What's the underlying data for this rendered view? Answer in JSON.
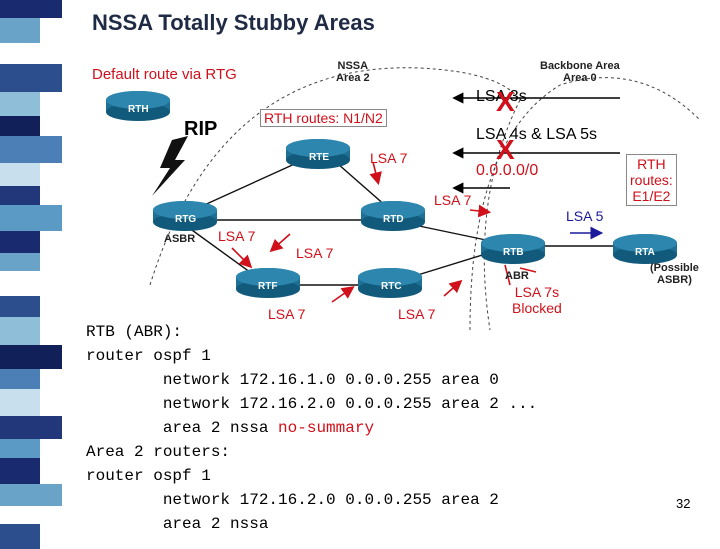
{
  "title": "NSSA Totally Stubby Areas",
  "diagram": {
    "default_route_label": "Default route via RTG",
    "nssa_area_label": "NSSA\nArea 2",
    "backbone_area_label": "Backbone Area\nArea 0",
    "rth_routes_n": "RTH routes: N1/N2",
    "rip_label": "RIP",
    "lsa3": "LSA 3s",
    "lsa45": "LSA 4s & LSA 5s",
    "default_route": "0.0.0.0/0",
    "lsa7_rte": "LSA 7",
    "lsa7_rtd": "LSA 7",
    "lsa7_rtg": "LSA 7",
    "lsa7_mid": "LSA 7",
    "lsa7_rtf": "LSA 7",
    "lsa7_rtc": "LSA 7",
    "lsa5": "LSA 5",
    "lsa7_blocked": "LSA 7s\nBlocked",
    "rth_routes_e": "RTH\nroutes:\nE1/E2",
    "block_mark": "X",
    "asbr_label": "ASBR",
    "abr_label": "ABR",
    "possible_asbr_label": "(Possible\nASBR)",
    "routers": {
      "rth": "RTH",
      "rte": "RTE",
      "rtg": "RTG",
      "rtd": "RTD",
      "rtb": "RTB",
      "rta": "RTA",
      "rtf": "RTF",
      "rtc": "RTC"
    },
    "colors": {
      "router": "#1d6f93",
      "lsa7_arrow": "#d0101a",
      "lsa5_arrow": "#1a1a9a",
      "block": "#d0101a"
    }
  },
  "config": {
    "line1": "RTB (ABR):",
    "line2": "router ospf 1",
    "line3": "        network 172.16.1.0 0.0.0.255 area 0",
    "line4": "        network 172.16.2.0 0.0.0.255 area 2 ...",
    "line5_prefix": "        area 2 nssa ",
    "line5_keyword": "no-summary",
    "line6": "Area 2 routers:",
    "line7": "router ospf 1",
    "line8": "        network 172.16.2.0 0.0.0.255 area 2",
    "line9": "        area 2 nssa"
  },
  "page_number": "32"
}
